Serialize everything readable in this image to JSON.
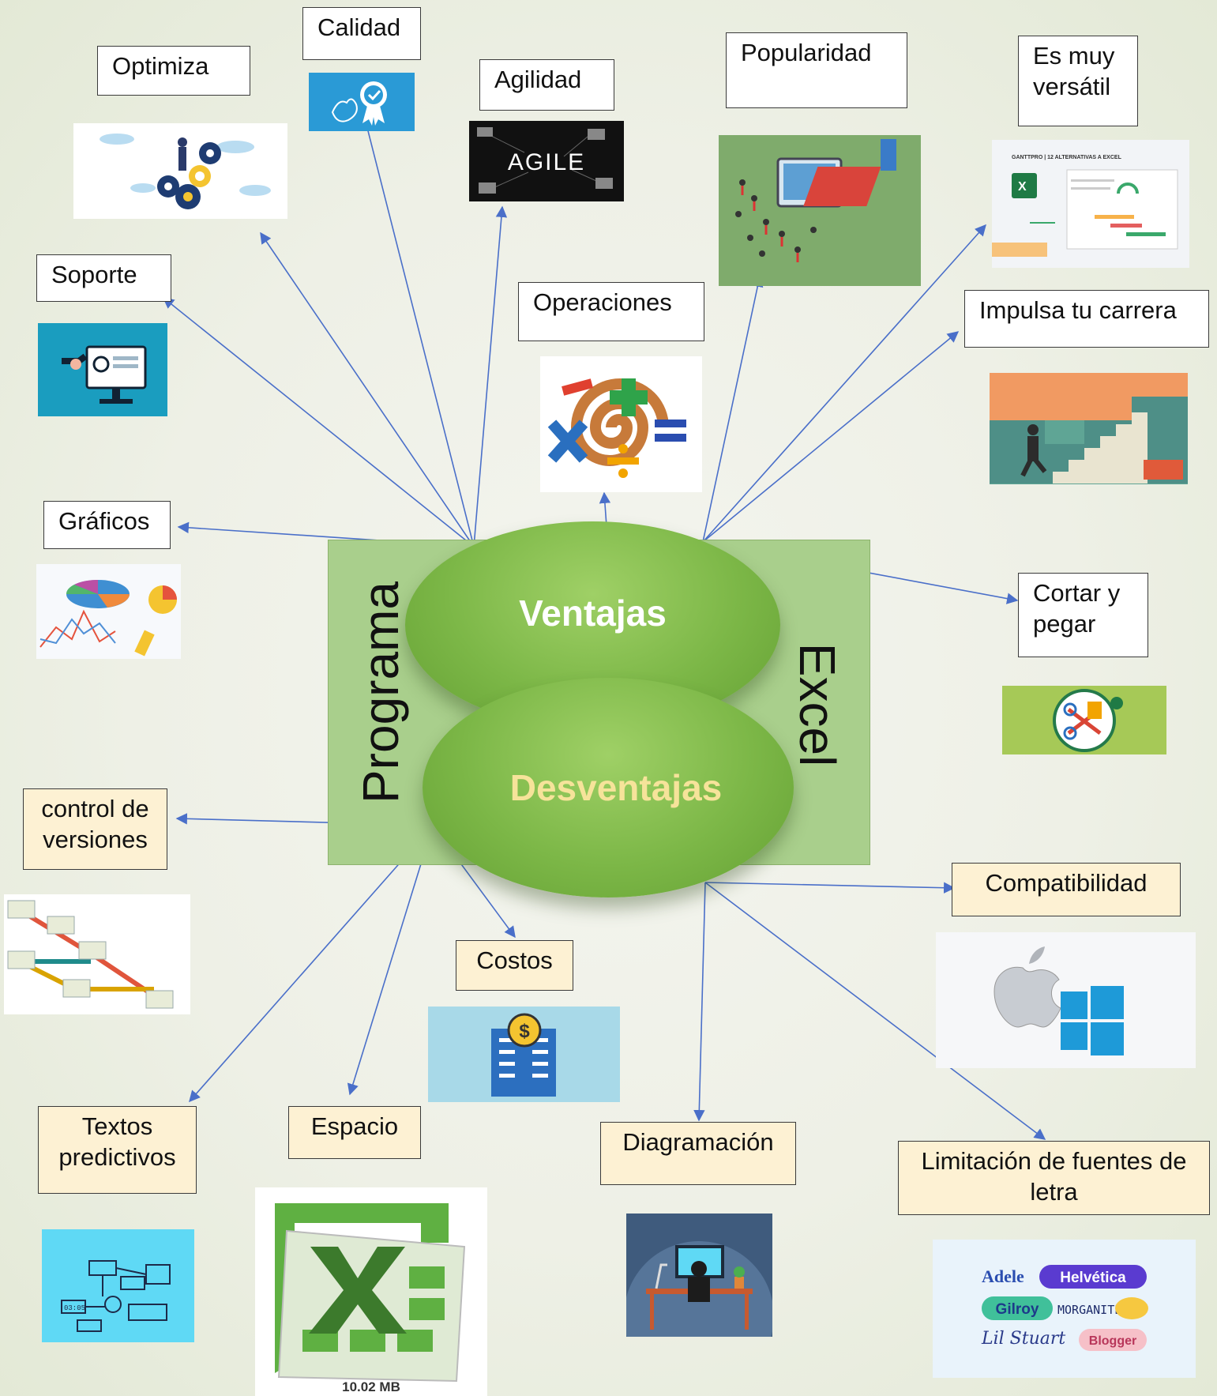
{
  "center": {
    "left_label": "Programa",
    "right_label": "Excel",
    "pros_title": "Ventajas",
    "cons_title": "Desventajas"
  },
  "colors": {
    "green_rect": "#a9cf8c",
    "ellipse_green": "#7cb747",
    "pros_text": "#ffffff",
    "cons_text": "#f6e39a",
    "cons_box": "#fdf1d3",
    "arrow": "#4a6fc9"
  },
  "ventajas": {
    "optimiza": "Optimiza",
    "calidad": "Calidad",
    "agilidad": "Agilidad",
    "popularidad": "Popularidad",
    "versatil": "Es muy versátil",
    "soporte": "Soporte",
    "operaciones": "Operaciones",
    "carrera": "Impulsa tu carrera",
    "graficos": "Gráficos",
    "cortar": "Cortar y pegar"
  },
  "desventajas": {
    "versiones": "control de versiones",
    "costos": "Costos",
    "compatibilidad": "Compatibilidad",
    "textos": "Textos predictivos",
    "espacio": "Espacio",
    "diagramacion": "Diagramación",
    "fuentes": "Limitación de fuentes de letra"
  },
  "image_text": {
    "agile": "AGILE",
    "gantt_header": "GANTTPRO | 12 ALTERNATIVAS A EXCEL",
    "file_size": "10.02 MB",
    "timer": "03:05",
    "fonts": [
      "Adele",
      "Helvética",
      "Gilroy",
      "MORGANITE",
      "Lil Stuart",
      "Blogger"
    ]
  },
  "icons": [
    "gears-icon",
    "quality-badge-icon",
    "agile-board-image",
    "crowd-screen-image",
    "excel-gantt-image",
    "support-monitor-icon",
    "math-operations-icon",
    "career-stairs-image",
    "charts-image",
    "cut-paste-icon",
    "version-flow-image",
    "money-building-icon",
    "apple-windows-icon",
    "automation-flow-icon",
    "excel-logo-icon",
    "designer-desk-image",
    "font-samples-image"
  ]
}
